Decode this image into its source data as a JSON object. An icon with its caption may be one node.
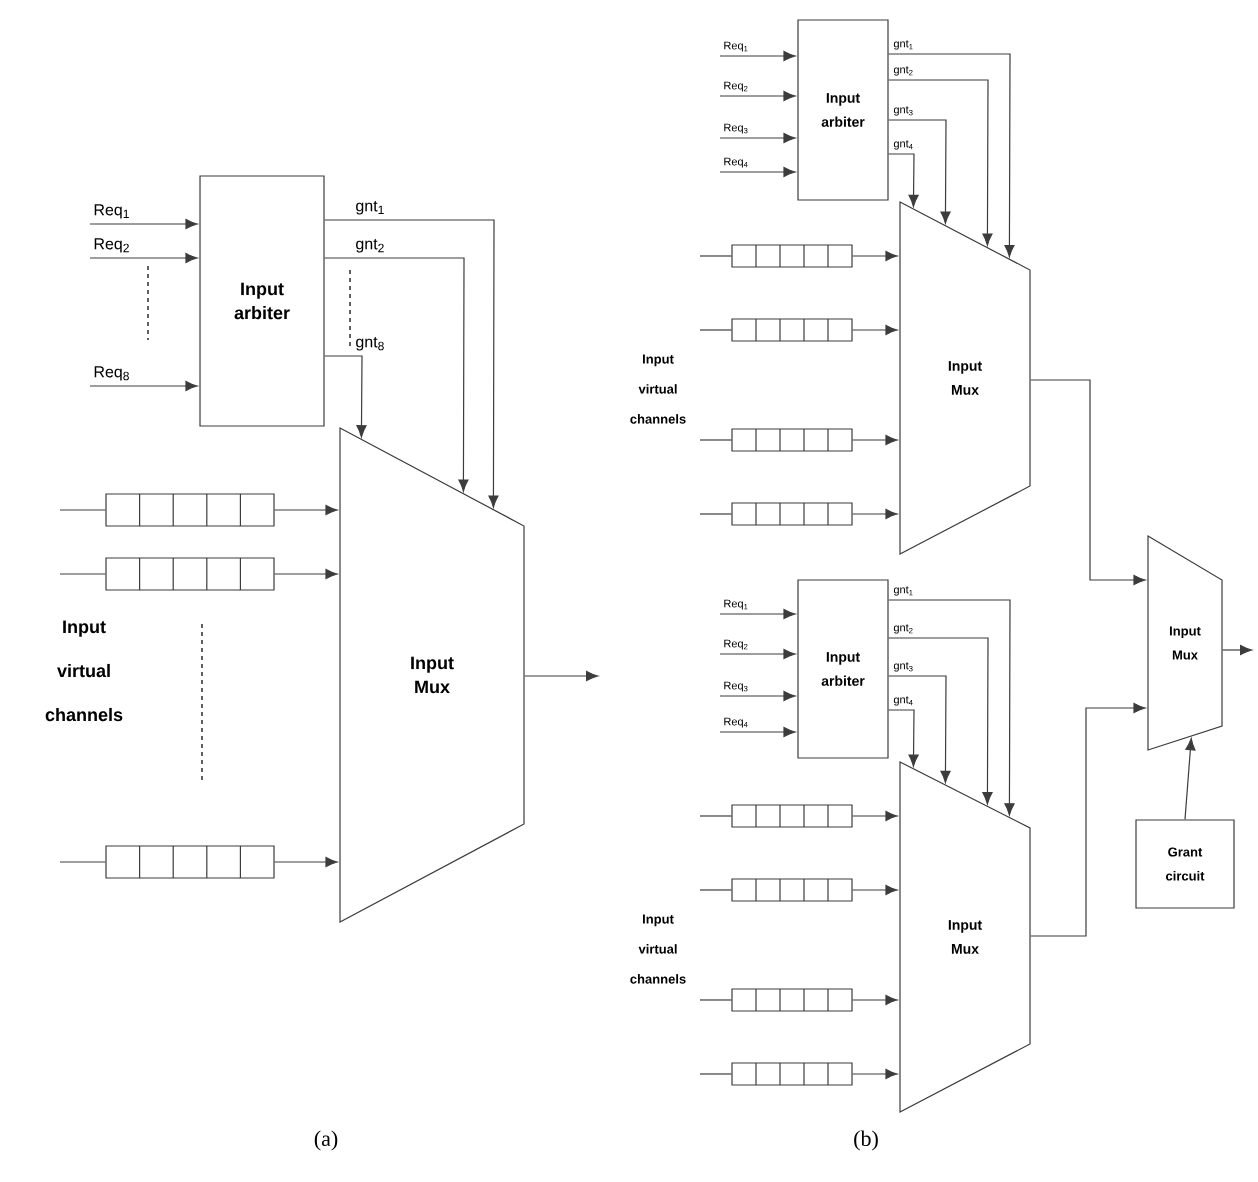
{
  "diagram": {
    "nodes": [
      {
        "text": [
          "Input arbiter"
        ]
      },
      {
        "text": [
          "Input Mux"
        ]
      },
      {
        "text": [],
        "shape": "box"
      },
      {
        "text": [],
        "shape": "box"
      },
      {
        "text": [],
        "shape": "box"
      },
      {
        "text": [
          "Input arbiter"
        ]
      },
      {
        "text": [
          "Input Mux"
        ]
      },
      {
        "text": [],
        "shape": "box"
      },
      {
        "text": [],
        "shape": "box"
      },
      {
        "text": [],
        "shape": "box"
      },
      {
        "text": [],
        "shape": "box"
      },
      {
        "text": [
          "Input arbiter"
        ]
      },
      {
        "text": [
          "Input Mux"
        ]
      },
      {
        "text": [],
        "shape": "box"
      },
      {
        "text": [],
        "shape": "box"
      },
      {
        "text": [],
        "shape": "box"
      },
      {
        "text": [],
        "shape": "box"
      },
      {
        "text": [
          "Input Mux"
        ]
      },
      {
        "text": [
          "Grant circuit"
        ]
      }
    ],
    "edges": [
      {
        "from": null,
        "to": 0,
        "arrow": "to",
        "label": "Req$_{1}$"
      },
      {
        "from": null,
        "to": 0,
        "arrow": "to",
        "label": "Req$_{2}$"
      },
      {
        "from": null,
        "to": 0,
        "arrow": "to",
        "label": "Req$_{8}$"
      },
      {
        "from": 0,
        "to": 1,
        "arrow": "to",
        "label": "gnt$_{1}$"
      },
      {
        "from": 0,
        "to": 1,
        "arrow": "to",
        "label": "gnt$_{2}$"
      },
      {
        "from": 0,
        "to": 1,
        "arrow": "to",
        "label": "gnt$_{8}$"
      },
      {
        "from": null,
        "to": 2,
        "arrow": "none"
      },
      {
        "from": null,
        "to": 3,
        "arrow": "none"
      },
      {
        "from": null,
        "to": 4,
        "arrow": "none"
      },
      {
        "from": 2,
        "to": 1,
        "arrow": "to"
      },
      {
        "from": 3,
        "to": 1,
        "arrow": "to"
      },
      {
        "from": 4,
        "to": 1,
        "arrow": "to"
      },
      {
        "from": 1,
        "to": null,
        "arrow": "to"
      },
      {
        "from": null,
        "to": 5,
        "arrow": "to",
        "label": "Req$_{1}$"
      },
      {
        "from": null,
        "to": 5,
        "arrow": "to",
        "label": "Req$_{2}$"
      },
      {
        "from": null,
        "to": 5,
        "arrow": "to",
        "label": "Req$_{3}$"
      },
      {
        "from": null,
        "to": 5,
        "arrow": "to",
        "label": "Req$_{4}$"
      },
      {
        "from": 5,
        "to": 6,
        "arrow": "to",
        "label": "gnt$_{1}$"
      },
      {
        "from": 5,
        "to": 6,
        "arrow": "to",
        "label": "gnt$_{2}$"
      },
      {
        "from": 5,
        "to": 6,
        "arrow": "to",
        "label": "gnt$_{3}$"
      },
      {
        "from": 5,
        "to": 6,
        "arrow": "to",
        "label": "gnt$_{4}$"
      },
      {
        "from": null,
        "to": 7,
        "arrow": "none"
      },
      {
        "from": null,
        "to": 8,
        "arrow": "none"
      },
      {
        "from": null,
        "to": 9,
        "arrow": "none"
      },
      {
        "from": null,
        "to": 10,
        "arrow": "none"
      },
      {
        "from": 7,
        "to": 6,
        "arrow": "to"
      },
      {
        "from": 8,
        "to": 6,
        "arrow": "to"
      },
      {
        "from": 9,
        "to": 6,
        "arrow": "to"
      },
      {
        "from": 10,
        "to": 6,
        "arrow": "to"
      },
      {
        "from": 6,
        "to": 17,
        "arrow": "to"
      },
      {
        "from": null,
        "to": 11,
        "arrow": "to",
        "label": "Req$_{1}$"
      },
      {
        "from": null,
        "to": 11,
        "arrow": "to",
        "label": "Req$_{2}$"
      },
      {
        "from": null,
        "to": 11,
        "arrow": "to",
        "label": "Req$_{3}$"
      },
      {
        "from": null,
        "to": 11,
        "arrow": "to",
        "label": "Req$_{4}$"
      },
      {
        "from": 11,
        "to": 12,
        "arrow": "to",
        "label": "gnt$_{1}$"
      },
      {
        "from": 11,
        "to": 12,
        "arrow": "to",
        "label": "gnt$_{2}$"
      },
      {
        "from": 11,
        "to": 12,
        "arrow": "to",
        "label": "gnt$_{3}$"
      },
      {
        "from": 11,
        "to": 12,
        "arrow": "to",
        "label": "gnt$_{4}$"
      },
      {
        "from": null,
        "to": 13,
        "arrow": "none"
      },
      {
        "from": null,
        "to": 14,
        "arrow": "none"
      },
      {
        "from": null,
        "to": 15,
        "arrow": "none"
      },
      {
        "from": null,
        "to": 16,
        "arrow": "none"
      },
      {
        "from": 13,
        "to": 12,
        "arrow": "to"
      },
      {
        "from": 14,
        "to": 12,
        "arrow": "to"
      },
      {
        "from": 15,
        "to": 12,
        "arrow": "to"
      },
      {
        "from": 16,
        "to": 12,
        "arrow": "to"
      },
      {
        "from": 12,
        "to": 17,
        "arrow": "to"
      },
      {
        "from": 18,
        "to": 17,
        "arrow": "to"
      },
      {
        "from": 17,
        "to": null,
        "arrow": "to"
      }
    ],
    "labels": [
      "Input virtual channels",
      "Input virtual channels",
      "Input virtual channels",
      "(a)",
      "(b)"
    ]
  }
}
